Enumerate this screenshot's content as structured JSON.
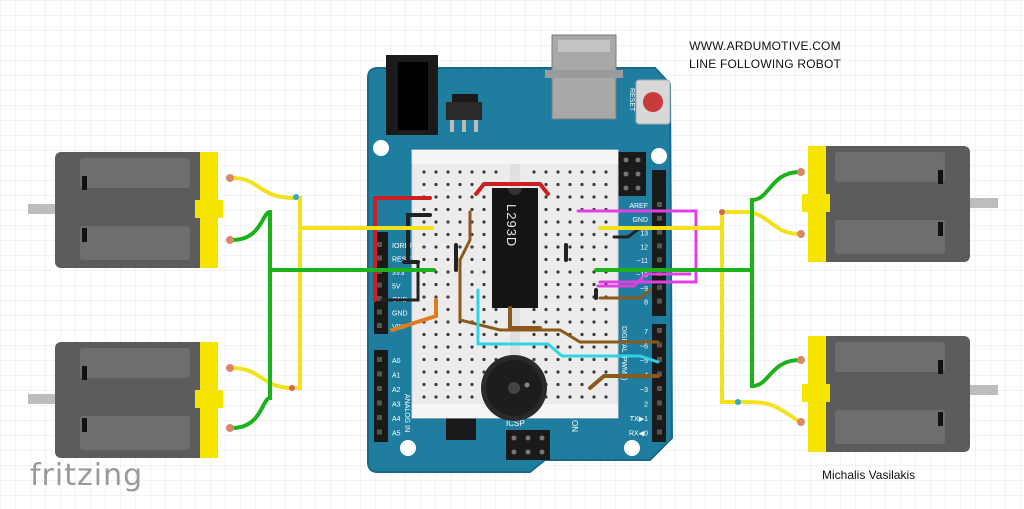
{
  "header": {
    "site_url": "WWW.ARDUMOTIVE.COM",
    "project_title": "LINE FOLLOWING ROBOT"
  },
  "footer": {
    "author": "Michalis Vasilakis",
    "tool_logo": "fritzing"
  },
  "board": {
    "chip_label": "L293D",
    "reset_label": "RESET",
    "icsp_label": "ICSP",
    "on_label": "ON",
    "digital_header_label": "DIGITAL (PWM~)",
    "analog_in_label": "ANALOG IN",
    "power_pins": [
      "IOREF",
      "RESET",
      "3V3",
      "5V",
      "GND",
      "GND",
      "VIN"
    ],
    "analog_pins": [
      "A0",
      "A1",
      "A2",
      "A3",
      "A4",
      "A5"
    ],
    "digital_pins_upper": [
      "AREF",
      "GND",
      "13",
      "12",
      "~11",
      "~10",
      "~9",
      "8"
    ],
    "digital_pins_lower": [
      "7",
      "~6",
      "~5",
      "4",
      "~3",
      "2",
      "TX▶1",
      "RX◀0"
    ]
  },
  "components": {
    "motors": [
      "motor-top-left",
      "motor-bottom-left",
      "motor-top-right",
      "motor-bottom-right"
    ],
    "buzzer": "piezo-buzzer",
    "motor_driver": "L293D"
  },
  "colors": {
    "background": "#ffffff",
    "grid": "#e6e6ef",
    "board_blue": "#1f7ea0",
    "breadboard": "#ececec",
    "motor_body": "#5c5c5c",
    "motor_cap": "#f5e400",
    "wire_red": "#cc1f1f",
    "wire_yellow": "#f2e11b",
    "wire_green": "#1cb21c",
    "wire_black": "#222222",
    "wire_brown": "#8b5a1b",
    "wire_cyan": "#2fd3e6",
    "wire_magenta": "#e13fe1",
    "wire_orange": "#e07b20"
  }
}
